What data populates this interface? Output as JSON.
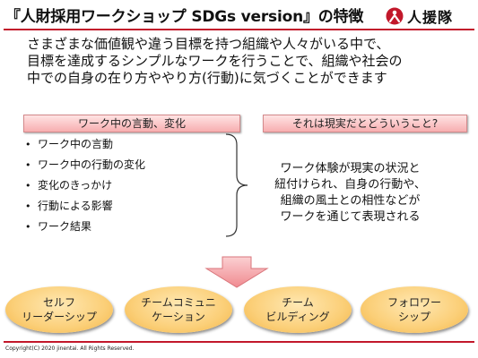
{
  "slide": {
    "title": "『人財採用ワークショップ SDGs version』の特徴",
    "logo_text": "人援隊",
    "intro_lines": [
      "さまざまな価値観や違う目標を持つ組織や人々がいる中で、",
      "目標を達成するシンプルなワークを行うことで、組織や社会の",
      "中での自身の在り方ややり方(行動)に気づくことができます"
    ],
    "left_tag": "ワーク中の言動、変化",
    "right_tag": "それは現実だとどういうこと?",
    "bullets": [
      "ワーク中の言動",
      "ワーク中の行動の変化",
      "変化のきっかけ",
      "行動による影響",
      "ワーク結果"
    ],
    "bullet_glyph": "•",
    "explanation": "ワーク体験が現実の状況と紐付けられ、自身の行動や、組織の風土との相性などがワークを通じて表現される",
    "explanation_lines": [
      "ワーク体験が現実の状況と",
      "紐付けられ、自身の行動や、",
      "組織の風土との相性などが",
      "ワークを通じて表現される"
    ],
    "ovals": [
      "セルフ\nリーダーシップ",
      "チームコミュニ\nケーション",
      "チーム\nビルディング",
      "フォロワー\nシップ"
    ],
    "copyright": "Copyright(C) 2020 jinentai. All Rights Reserved."
  },
  "colors": {
    "accent_red": "#c2182b",
    "tag_pink": "#f7aeb0",
    "oval_orange": "#fbcf78",
    "arrow_pink": "#f6a0a4"
  },
  "icons": {
    "logo": "figure-person-icon",
    "arrow": "down-arrow-icon",
    "brace": "right-curly-brace-icon"
  }
}
